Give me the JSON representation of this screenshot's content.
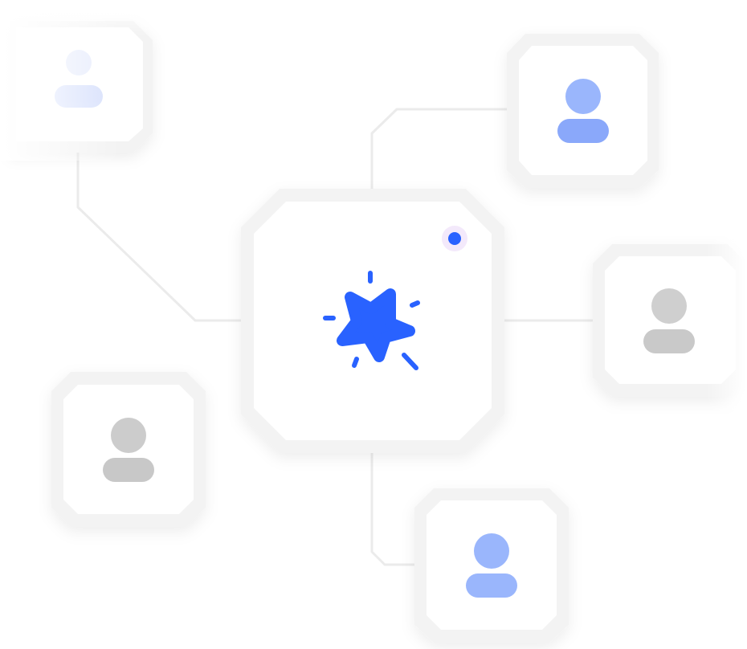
{
  "hub": {
    "icon": "sparkle-star-icon",
    "icon_color": "#2962ff",
    "badge_color": "#2962ff",
    "badge_halo_color": "#f3e9fb"
  },
  "nodes": [
    {
      "id": "top-left",
      "icon": "user-icon",
      "color": "#c7d4fb",
      "faded": true
    },
    {
      "id": "top-right",
      "icon": "user-icon",
      "color": "#93b0fb"
    },
    {
      "id": "right",
      "icon": "user-icon",
      "color": "#c9c9c9"
    },
    {
      "id": "bottom-left",
      "icon": "user-icon",
      "color": "#c9c9c9"
    },
    {
      "id": "bottom",
      "icon": "user-icon",
      "color": "#93b0fb"
    }
  ],
  "colors": {
    "connector": "#ebebeb",
    "tile_frame": "#f3f3f3",
    "tile_face": "#ffffff"
  }
}
